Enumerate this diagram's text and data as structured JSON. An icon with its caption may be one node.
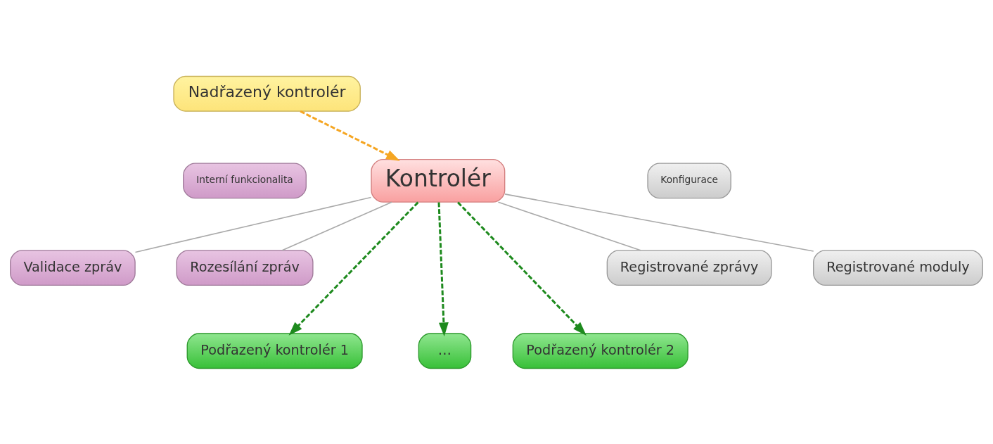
{
  "diagram": {
    "nodes": [
      {
        "text": [
          "Nadřazený kontrolér"
        ]
      },
      {
        "text": [
          "Kontrolér"
        ]
      },
      {
        "text": [
          "Validace zpráv"
        ]
      },
      {
        "text": [
          "Rozesílání zpráv"
        ]
      },
      {
        "text": [
          "Registrované zprávy"
        ]
      },
      {
        "text": [
          "Registrované moduly"
        ]
      },
      {
        "text": [
          "Podřazený kontrolér 1"
        ]
      },
      {
        "text": [
          "Podřazený kontrolér 2"
        ]
      },
      {
        "text": [
          "…"
        ]
      },
      {
        "text": [
          "Interní funkcionalita"
        ]
      },
      {
        "text": [
          "Konfigurace"
        ]
      }
    ],
    "edges": [
      {
        "from": 0,
        "to": 1,
        "arrow": "to",
        "style": "dashed",
        "color": "#f5a623"
      },
      {
        "from": 1,
        "to": 2,
        "arrow": "none"
      },
      {
        "from": 1,
        "to": 3,
        "arrow": "none"
      },
      {
        "from": 1,
        "to": 4,
        "arrow": "none"
      },
      {
        "from": 1,
        "to": 5,
        "arrow": "none"
      },
      {
        "from": 1,
        "to": 6,
        "arrow": "to",
        "style": "dashed",
        "color": "#1e8a1e"
      },
      {
        "from": 1,
        "to": 7,
        "arrow": "to",
        "style": "dashed",
        "color": "#1e8a1e"
      },
      {
        "from": 1,
        "to": 8,
        "arrow": "to",
        "style": "dashed",
        "color": "#1e8a1e"
      }
    ]
  }
}
